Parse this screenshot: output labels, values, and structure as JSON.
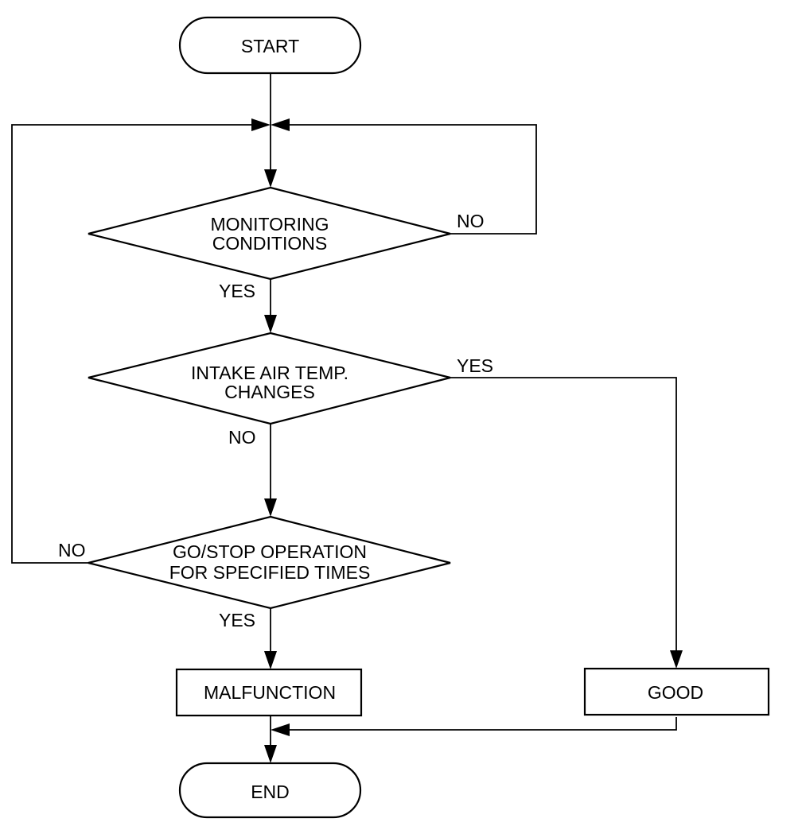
{
  "nodes": {
    "start": "START",
    "monitoring": [
      "MONITORING",
      "CONDITIONS"
    ],
    "intake": [
      "INTAKE AIR TEMP.",
      "CHANGES"
    ],
    "gostop": [
      "GO/STOP OPERATION",
      "FOR SPECIFIED TIMES"
    ],
    "malfunction": "MALFUNCTION",
    "good": "GOOD",
    "end": "END"
  },
  "labels": {
    "monitoring_no": "NO",
    "monitoring_yes": "YES",
    "intake_yes": "YES",
    "intake_no": "NO",
    "gostop_no": "NO",
    "gostop_yes": "YES"
  }
}
